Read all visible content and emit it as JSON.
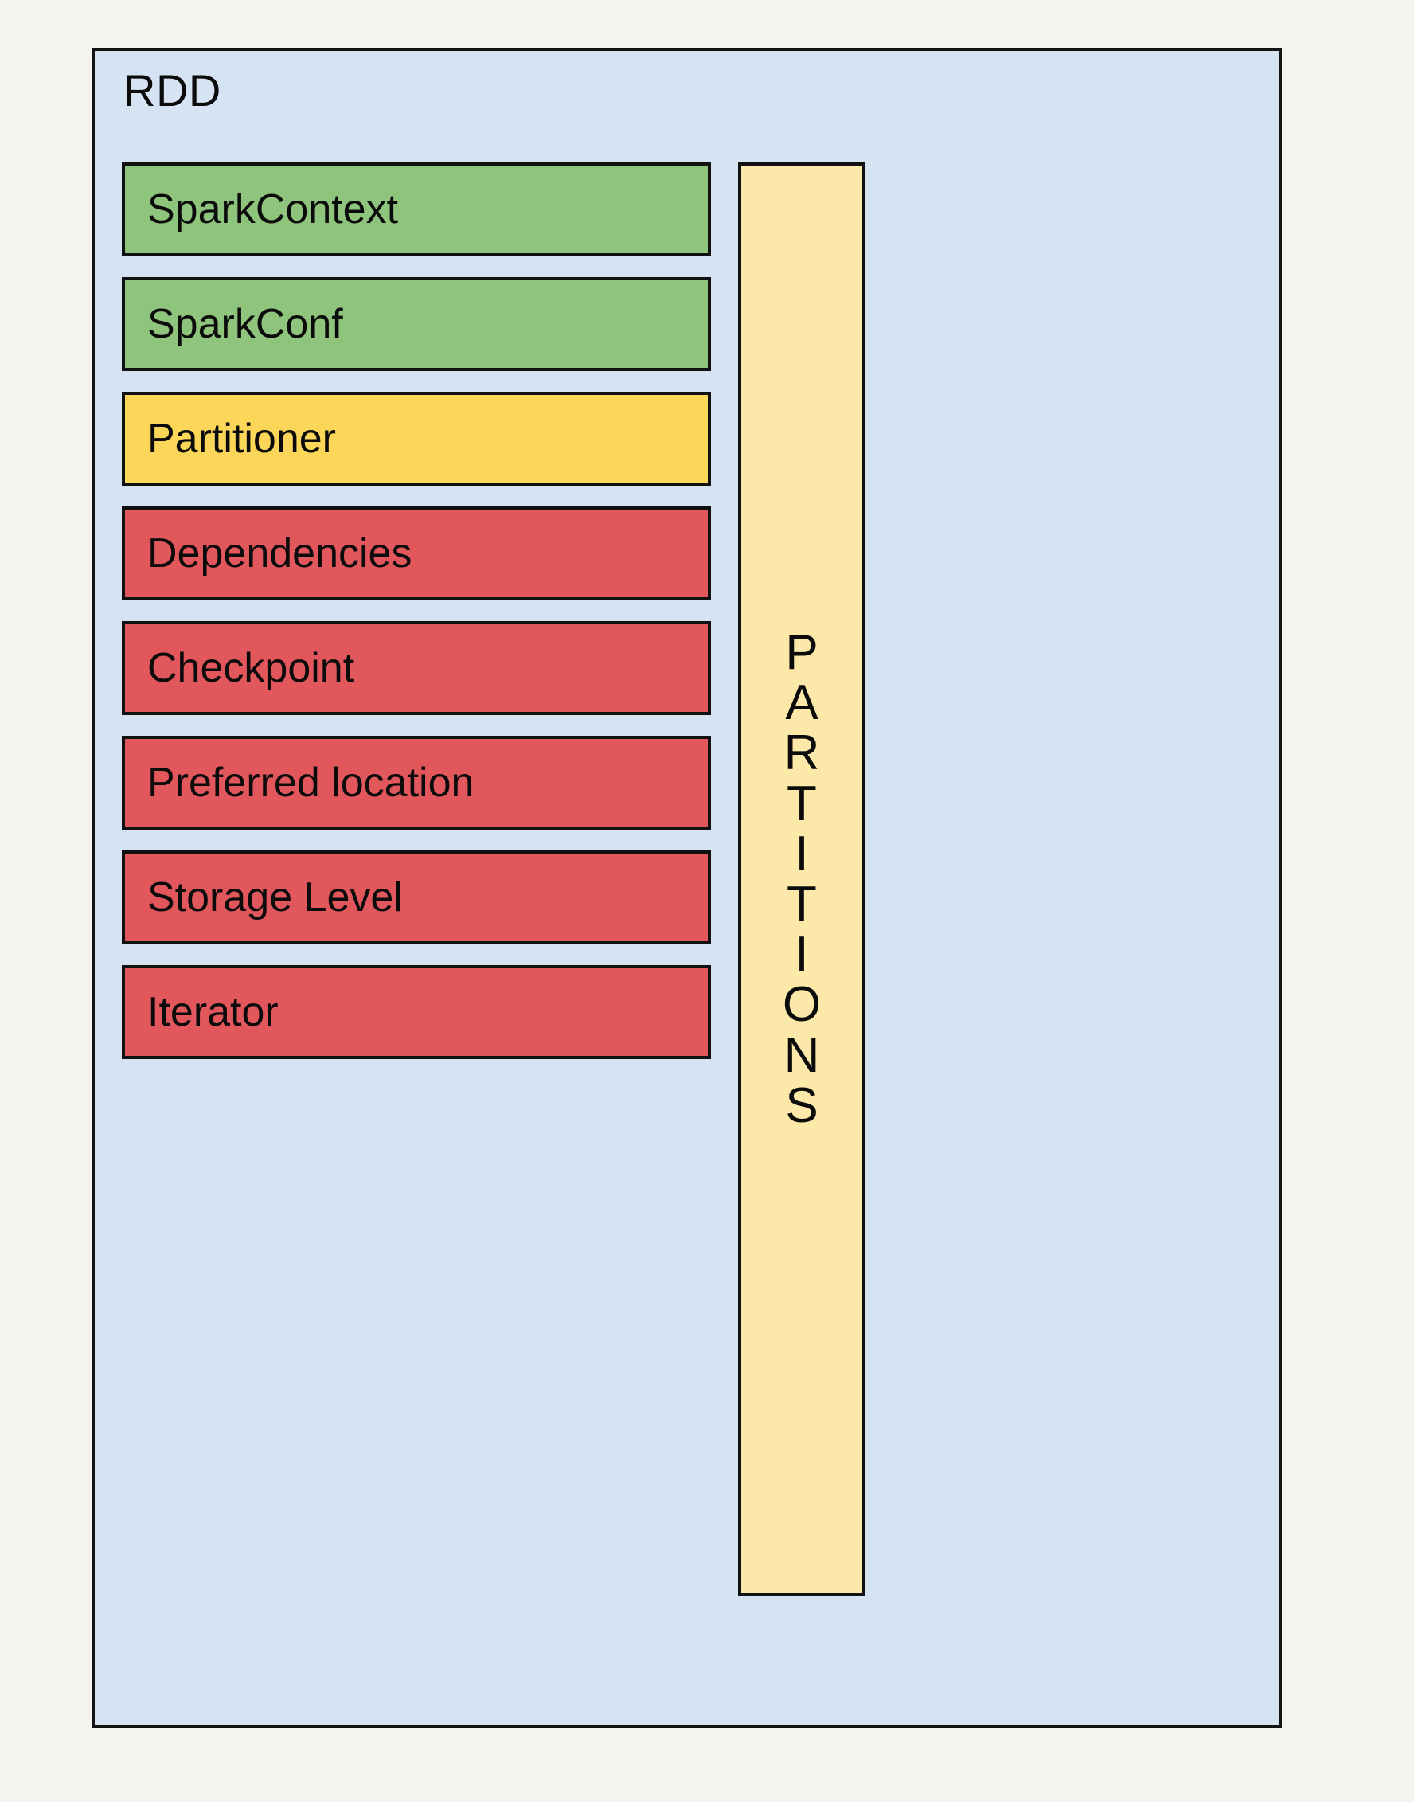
{
  "diagram": {
    "title": "RDD",
    "background_color": "#f5f3ef",
    "panel_color": "#d6e3f3",
    "border_color": "#111111",
    "attributes": [
      {
        "label": "SparkContext",
        "color": "#8fc47d",
        "group": "context"
      },
      {
        "label": "SparkConf",
        "color": "#8fc47d",
        "group": "context"
      },
      {
        "label": "Partitioner",
        "color": "#fcd658",
        "group": "partitioning"
      },
      {
        "label": "Dependencies",
        "color": "#e2575c",
        "group": "lineage"
      },
      {
        "label": "Checkpoint",
        "color": "#e2575c",
        "group": "lineage"
      },
      {
        "label": "Preferred location",
        "color": "#e2575c",
        "group": "lineage"
      },
      {
        "label": "Storage Level",
        "color": "#e2575c",
        "group": "lineage"
      },
      {
        "label": "Iterator",
        "color": "#e2575c",
        "group": "lineage"
      }
    ],
    "partitions": {
      "label": "PARTITIONS",
      "letters": [
        "P",
        "A",
        "R",
        "T",
        "I",
        "T",
        "I",
        "O",
        "N",
        "S"
      ],
      "color": "#fce8a8",
      "orientation": "vertical-stacked"
    }
  }
}
